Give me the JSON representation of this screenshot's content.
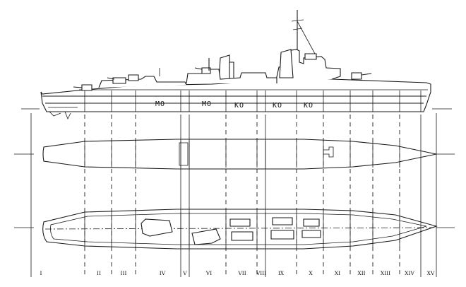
{
  "room_labels": {
    "mo_1": "MO",
    "mo_2": "MO",
    "ko_1": "KO",
    "ko_2": "KO",
    "ko_3": "KO"
  },
  "sections": [
    "I",
    "II",
    "III",
    "IV",
    "V",
    "VI",
    "VII",
    "VIII",
    "IX",
    "X",
    "XI",
    "XII",
    "XIII",
    "XIV",
    "XV"
  ]
}
